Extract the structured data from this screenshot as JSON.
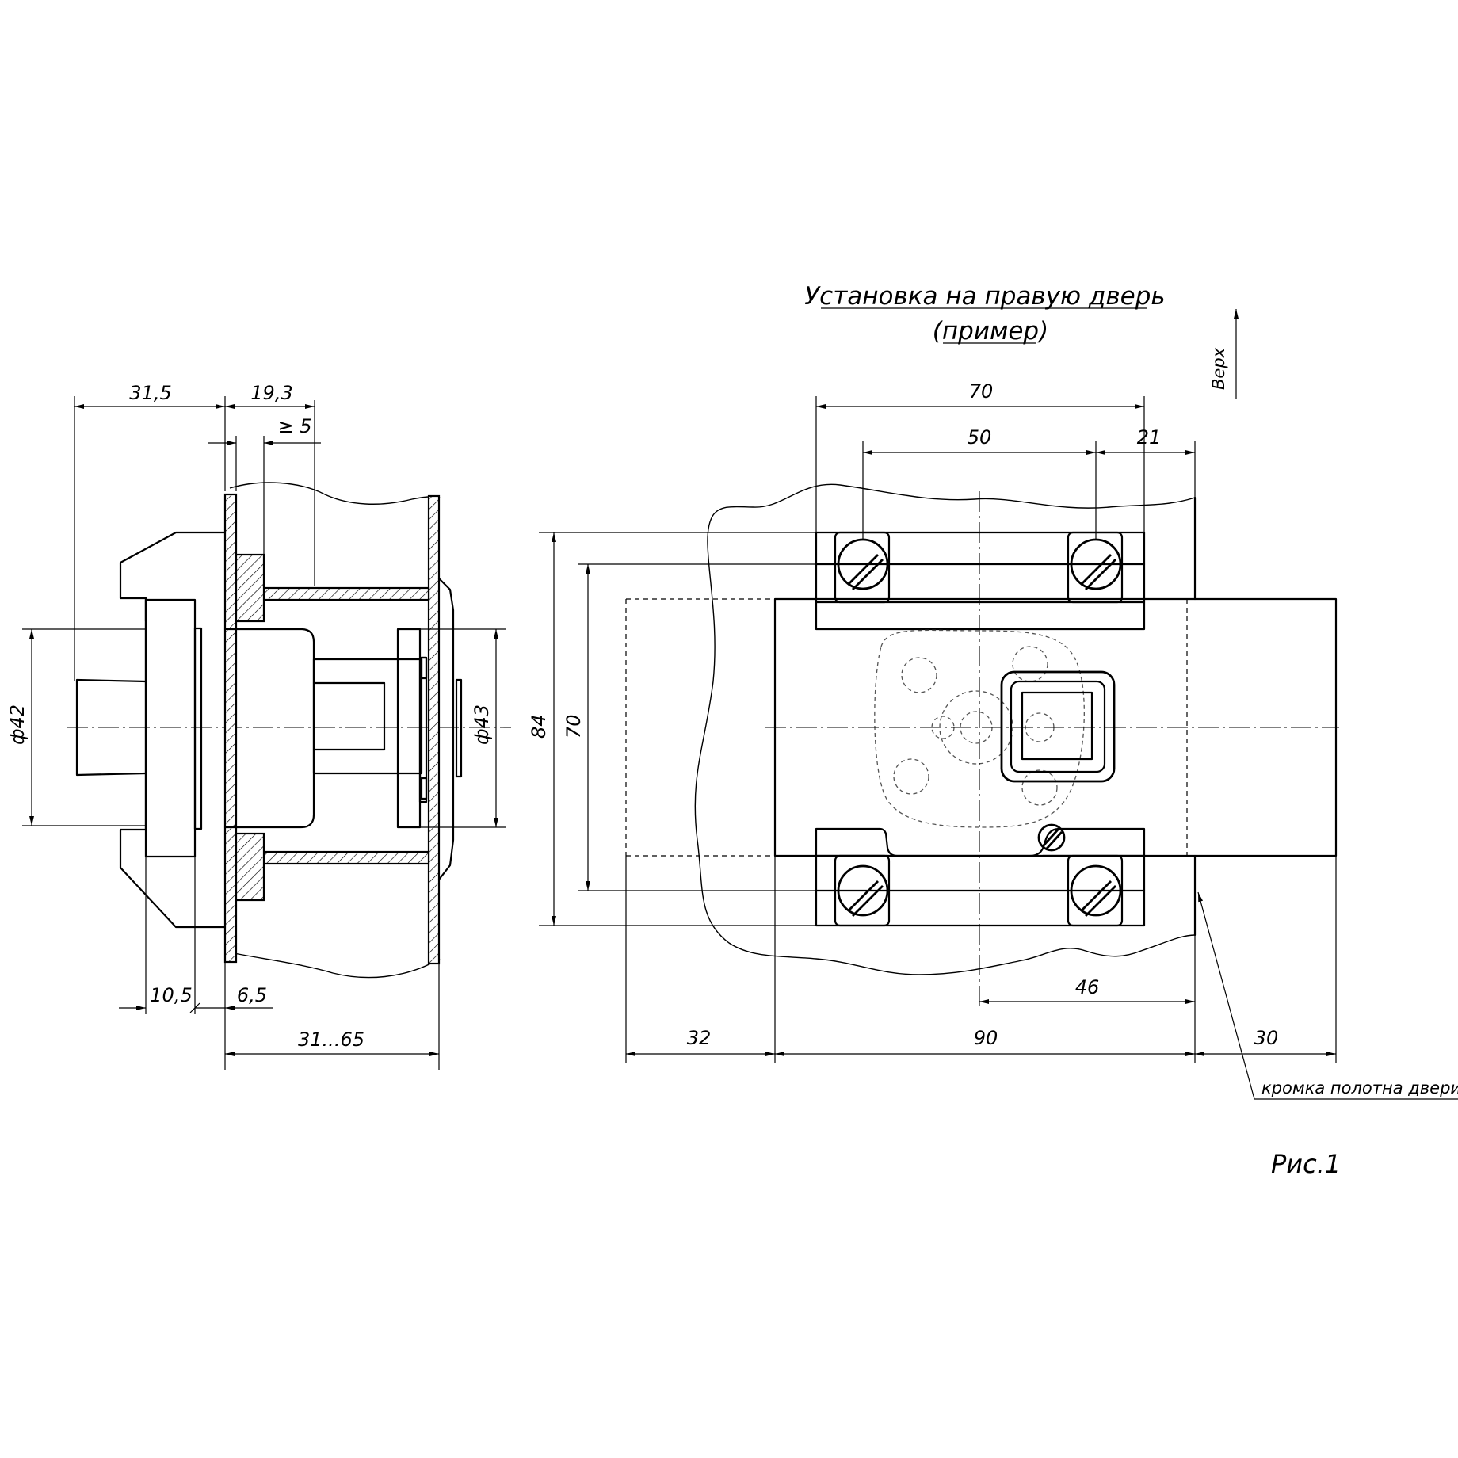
{
  "title": {
    "line1": "Установка на правую дверь",
    "line2": "(пример)"
  },
  "direction_label": "Верх",
  "edge_note": "кромка полотна двери",
  "figure_caption": "Рис.1",
  "side_view": {
    "dim_31_5": "31,5",
    "dim_19_3": "19,3",
    "dim_min5": "≥ 5",
    "dim_phi42": "ф42",
    "dim_phi43": "ф43",
    "dim_10_5": "10,5",
    "dim_6_5": "6,5",
    "dim_31_65": "31...65"
  },
  "front_view": {
    "dim_70_top": "70",
    "dim_50": "50",
    "dim_21": "21",
    "dim_84": "84",
    "dim_70_left": "70",
    "dim_46": "46",
    "dim_32": "32",
    "dim_90": "90",
    "dim_30": "30"
  }
}
